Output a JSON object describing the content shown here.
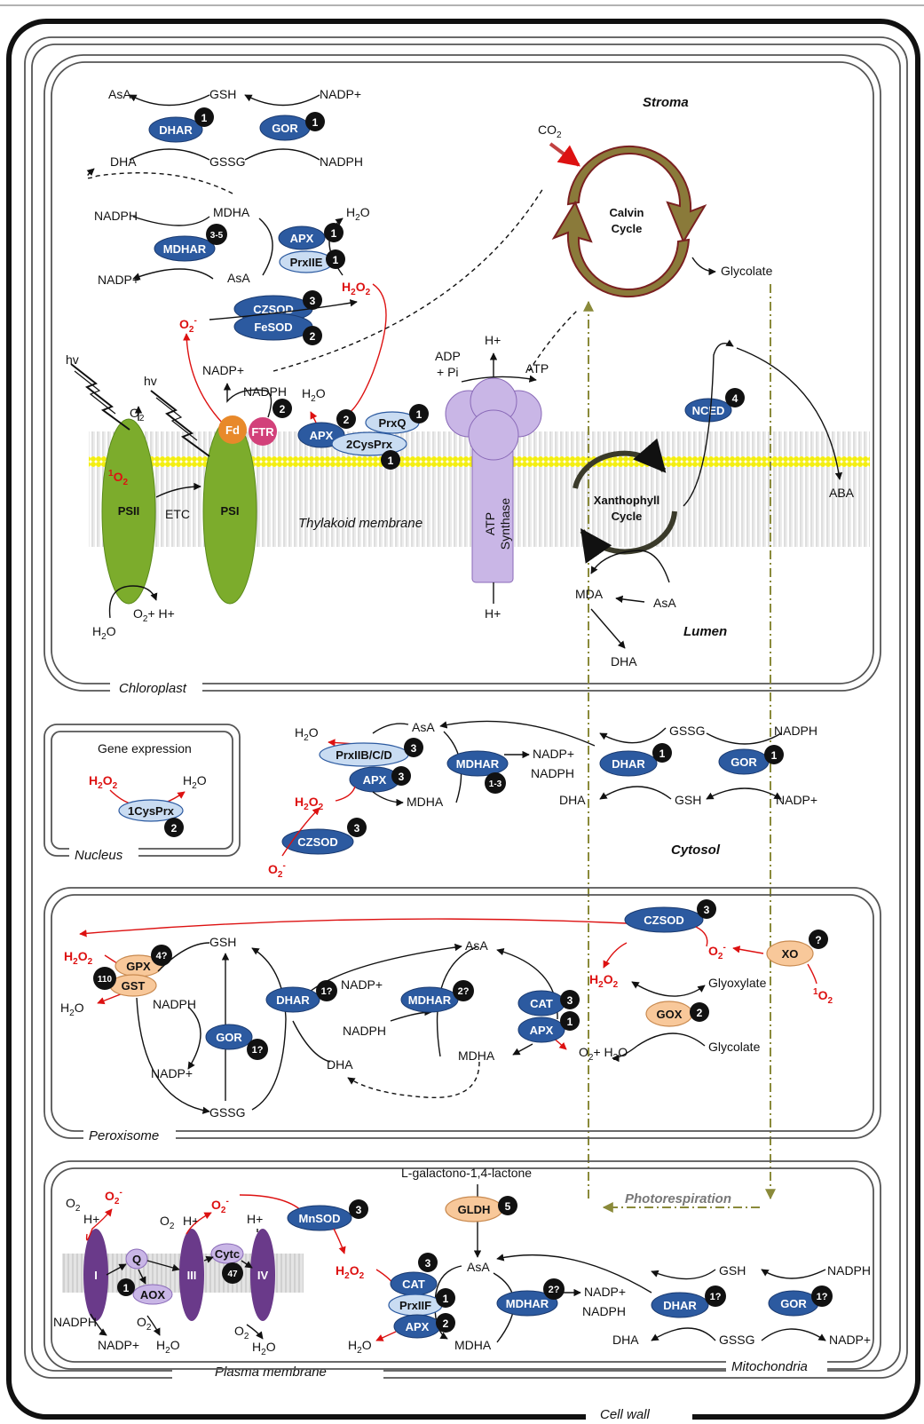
{
  "compartments": {
    "stroma": "Stroma",
    "lumen": "Lumen",
    "chloroplast": "Chloroplast",
    "thylakoid": "Thylakoid membrane",
    "nucleus": "Nucleus",
    "cytosol": "Cytosol",
    "peroxisome": "Peroxisome",
    "mitochondria": "Mitochondria",
    "plasma_membrane": "Plasma membrane",
    "cell_wall": "Cell wall",
    "gene_expression": "Gene expression",
    "photorespiration": "Photorespiration"
  },
  "cycles": {
    "calvin_1": "Calvin",
    "calvin_2": "Cycle",
    "xanth_1": "Xanthophyll",
    "xanth_2": "Cycle",
    "atp_1": "ATP",
    "atp_2": "Synthase"
  },
  "enzymes": {
    "DHAR": "DHAR",
    "GOR": "GOR",
    "MDHAR": "MDHAR",
    "APX": "APX",
    "PrxIIE": "PrxIIE",
    "CZSOD": "CZSOD",
    "FeSOD": "FeSOD",
    "PrxQ": "PrxQ",
    "CysPrx2": "2CysPrx",
    "Fd": "Fd",
    "FTR": "FTR",
    "NCED": "NCED",
    "PSII": "PSII",
    "PSI": "PSI",
    "PrxIIBCD": "PrxIIB/C/D",
    "CysPrx1": "1CysPrx",
    "GPX": "GPX",
    "GST": "GST",
    "CAT": "CAT",
    "GOX": "GOX",
    "XO": "XO",
    "GLDH": "GLDH",
    "MnSOD": "MnSOD",
    "PrxIIF": "PrxIIF",
    "cI": "I",
    "cIII": "III",
    "cIV": "IV",
    "Q": "Q",
    "AOX": "AOX",
    "Cytc": "Cytc"
  },
  "badges": {
    "b1": "1",
    "b2": "2",
    "b3": "3",
    "b4": "4",
    "b5": "5",
    "b35": "3-5",
    "b13": "1-3",
    "b1q": "1?",
    "b2q": "2?",
    "b4q": "4?",
    "bq": "?",
    "b110": "110",
    "b47": "47"
  },
  "metabolites": {
    "AsA": "AsA",
    "GSH": "GSH",
    "GSSG": "GSSG",
    "DHA": "DHA",
    "MDHA": "MDHA",
    "NADPH": "NADPH",
    "NADPplus": "NADP+",
    "CO2": "CO",
    "O2sup": "O",
    "H2O": "H",
    "O": "O",
    "H2O2": "H",
    "Hplus": "H+",
    "hv": "hv",
    "ADP": "ADP",
    "Pi": "+ Pi",
    "ATP": "ATP",
    "ETC": "ETC",
    "MDA": "MDA",
    "ABA": "ABA",
    "Glycolate": "Glycolate",
    "Glyoxylate": "Glyoxylate",
    "Lgal": "L-galactono-1,4-lactone",
    "O2Hplus": "+ H+",
    "O2H2O": "+ H",
    "sub2": "2",
    "one": "1"
  }
}
